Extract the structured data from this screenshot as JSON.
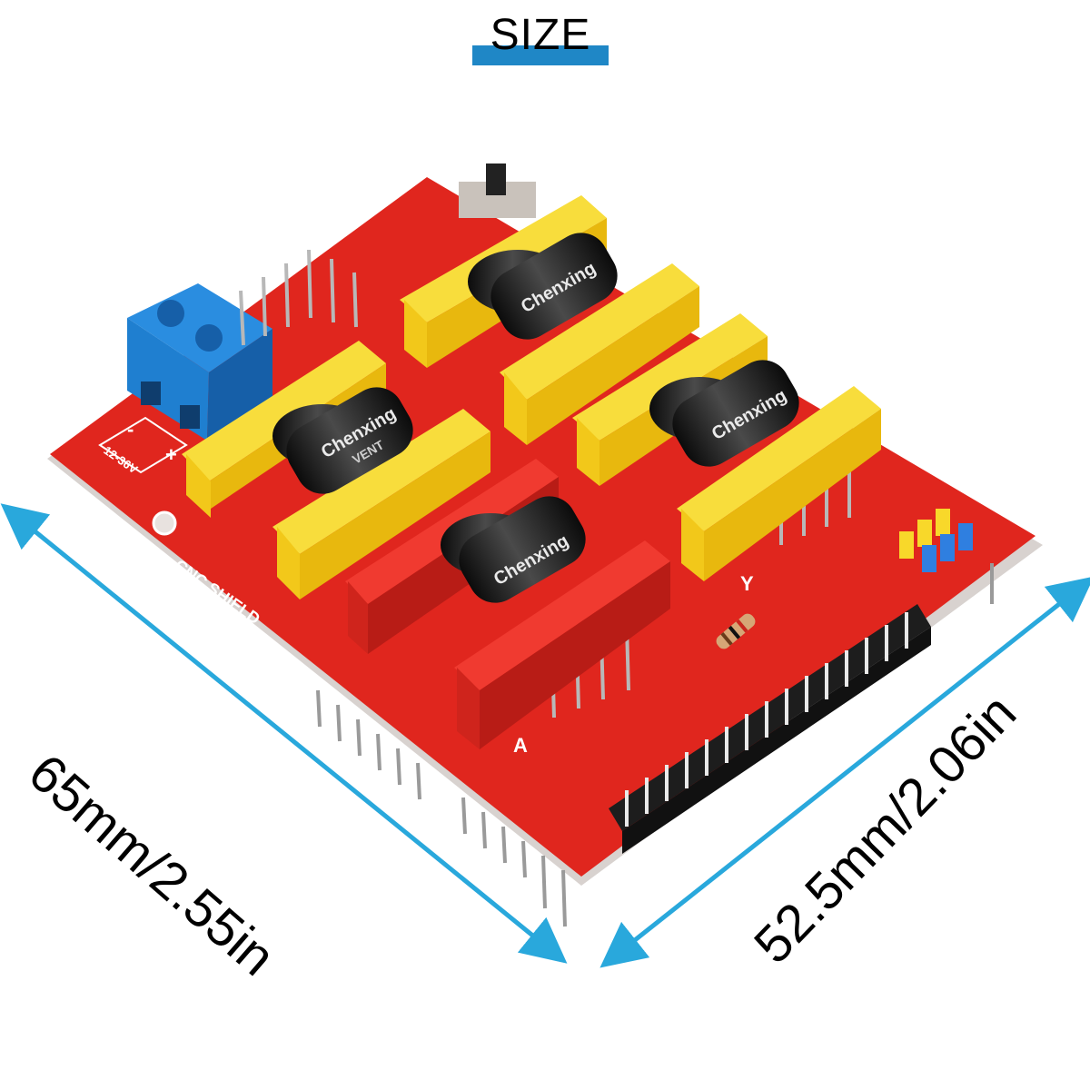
{
  "title": "SIZE",
  "dimensions": {
    "length": "65mm/2.55in",
    "width": "52.5mm/2.06in"
  },
  "board": {
    "name": "CNC SHIELD",
    "voltage": "12-36V",
    "minus": "-",
    "plus": "+",
    "capacitor_brand": "Chenxing",
    "capacitor_series": "VENT",
    "axis_label_a": "A",
    "axis_label_y": "Y"
  },
  "colors": {
    "title_bar": "#1f87c6",
    "arrow": "#29a8dc",
    "pcb": "#e0261e",
    "header_yellow": "#f6d21c",
    "header_red": "#d8251f",
    "terminal_blue": "#1f7fd0",
    "capacitor": "#1a1a1a"
  }
}
